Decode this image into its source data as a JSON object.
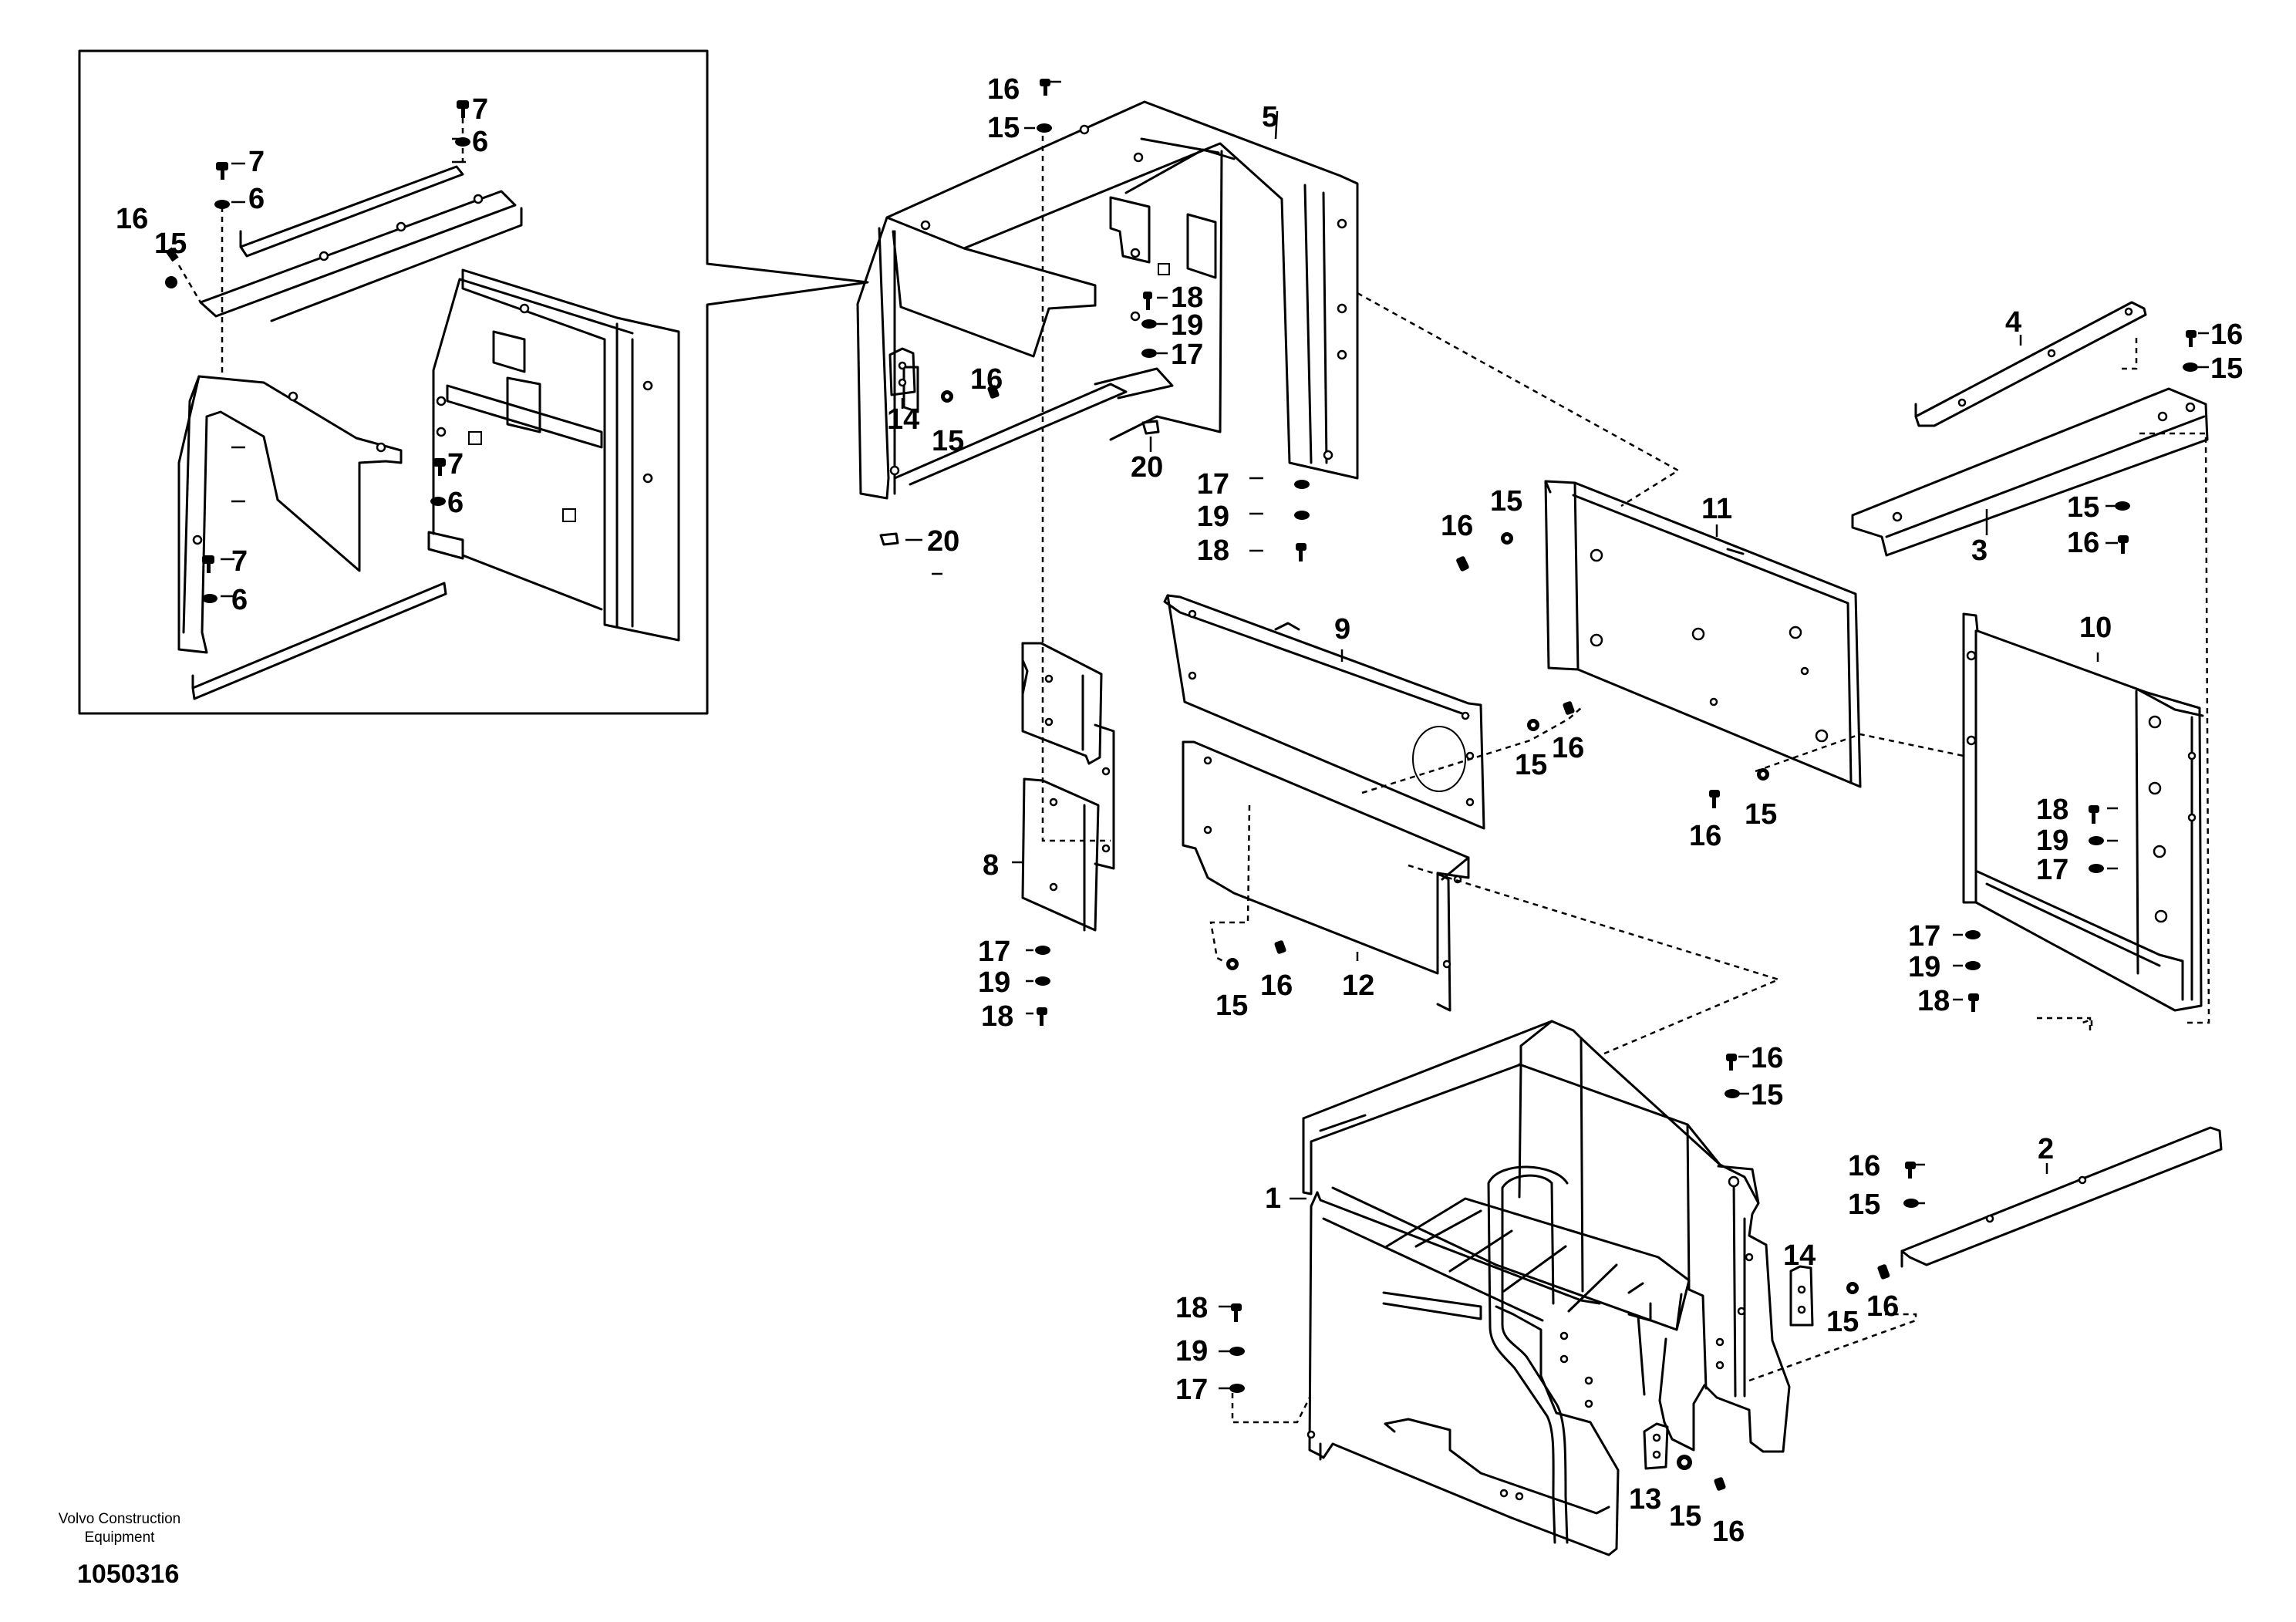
{
  "footer": {
    "manufacturer": "Volvo Construction Equipment",
    "drawing_number": "1050316"
  },
  "part_labels": {
    "p1": "1",
    "p2": "2",
    "p3": "3",
    "p4": "4",
    "p5": "5",
    "p6": "6",
    "p7": "7",
    "p8": "8",
    "p9": "9",
    "p10": "10",
    "p11": "11",
    "p12": "12",
    "p13": "13",
    "p14": "14",
    "p15": "15",
    "p16": "16",
    "p17": "17",
    "p18": "18",
    "p19": "19",
    "p20": "20"
  }
}
